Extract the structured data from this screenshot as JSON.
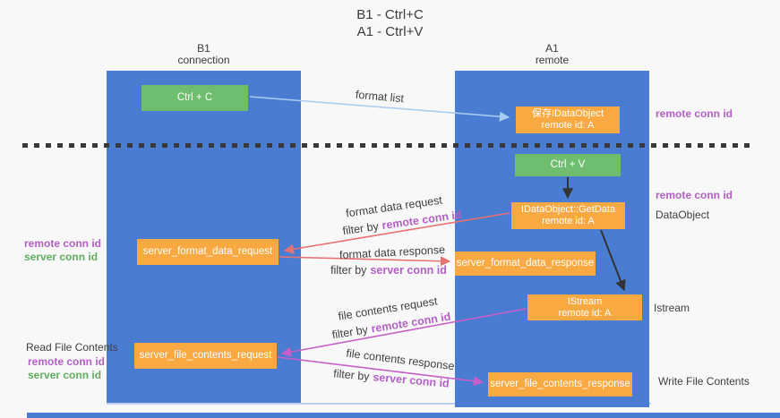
{
  "title": {
    "line1": "B1 - Ctrl+C",
    "line2": "A1 - Ctrl+V"
  },
  "columns": {
    "left": {
      "name": "B1",
      "subtitle": "connection"
    },
    "right": {
      "name": "A1",
      "subtitle": "remote"
    }
  },
  "boxes": {
    "ctrl_c": "Ctrl + C",
    "ctrl_v": "Ctrl + V",
    "save_idataobject": {
      "line1": "保存IDataObject",
      "line2": "remote id: A"
    },
    "getdata": {
      "line1": "IDataObject::GetData",
      "line2": "remote id: A"
    },
    "istream": {
      "line1": "IStream",
      "line2": "remote id: A"
    },
    "server_format_data_request": "server_format_data_request",
    "server_format_data_response": "server_format_data_response",
    "server_file_contents_request": "server_file_contents_request",
    "server_file_contents_response": "server_file_contents_response"
  },
  "arrow_labels": {
    "format_list": "format list",
    "format_data_request": "format data request",
    "format_data_response": "format data response",
    "file_contents_request": "file contents request",
    "file_contents_response": "file contents response",
    "filter_by": "filter by"
  },
  "labels": {
    "remote_conn_id": "remote conn id",
    "server_conn_id": "server conn id",
    "dataobject": "DataObject",
    "istream": "Istream",
    "read_file_contents": "Read File Contents",
    "write_file_contents": "Write File Contents"
  },
  "colors": {
    "lane_blue": "#4a7dd2",
    "box_green": "#6fbe70",
    "box_orange": "#f8a942",
    "purple_text": "#b35fc6",
    "green_text": "#5fae5f",
    "arrow_light_blue": "#a8cdf0",
    "arrow_salmon": "#e87272",
    "arrow_magenta": "#c85fc8",
    "arrow_black": "#333333",
    "background": "#f8f8f8"
  }
}
